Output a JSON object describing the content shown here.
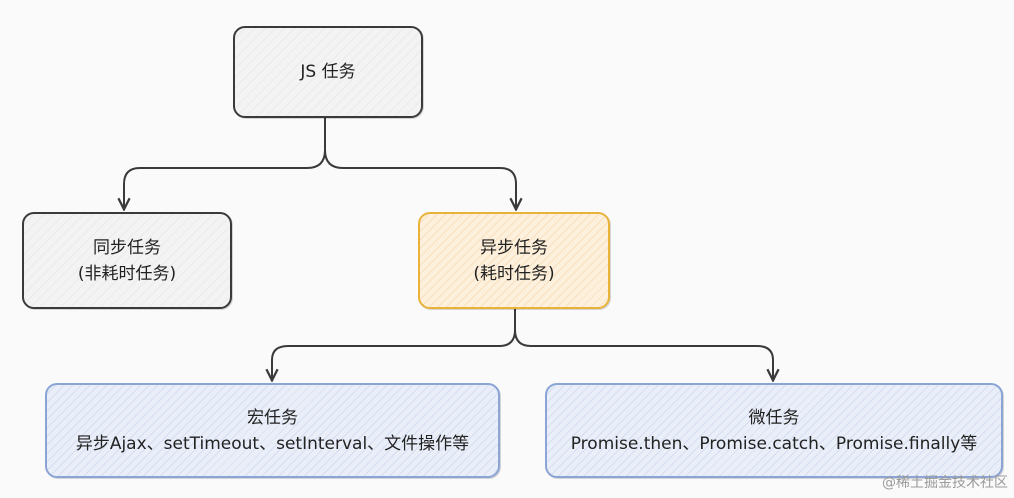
{
  "nodes": {
    "root": {
      "line1": "JS 任务"
    },
    "sync": {
      "line1": "同步任务",
      "line2": "(非耗时任务)"
    },
    "async": {
      "line1": "异步任务",
      "line2": "(耗时任务)"
    },
    "macro": {
      "line1": "宏任务",
      "line2": "异步Ajax、setTimeout、setInterval、文件操作等"
    },
    "micro": {
      "line1": "微任务",
      "line2": "Promise.then、Promise.catch、Promise.finally等"
    }
  },
  "colors": {
    "stroke": "#3a3a3a",
    "gray_fill": "#f3f3f3",
    "yellow_border": "#e9b33a",
    "yellow_fill": "#fdf0dc",
    "blue_border": "#8aa4d6",
    "blue_fill": "#e9eef8"
  },
  "watermark": "@稀土掘金技术社区"
}
